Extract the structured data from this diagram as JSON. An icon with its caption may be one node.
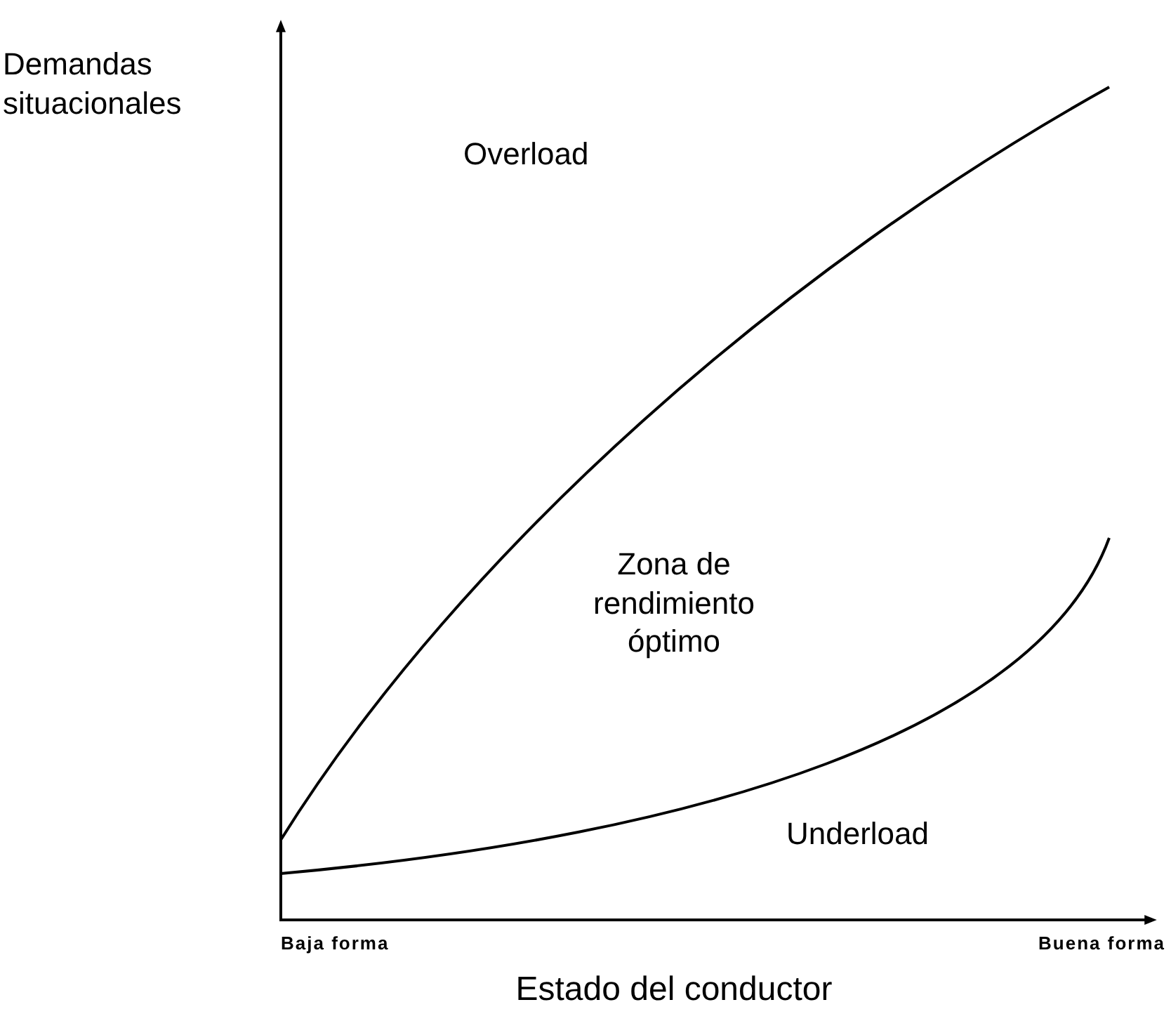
{
  "diagram": {
    "labels": [
      "Demandas situacionales",
      "Overload",
      "Zona de rendimiento óptimo",
      "Underload",
      "Baja forma",
      "Buena forma",
      "Estado del conductor"
    ]
  }
}
